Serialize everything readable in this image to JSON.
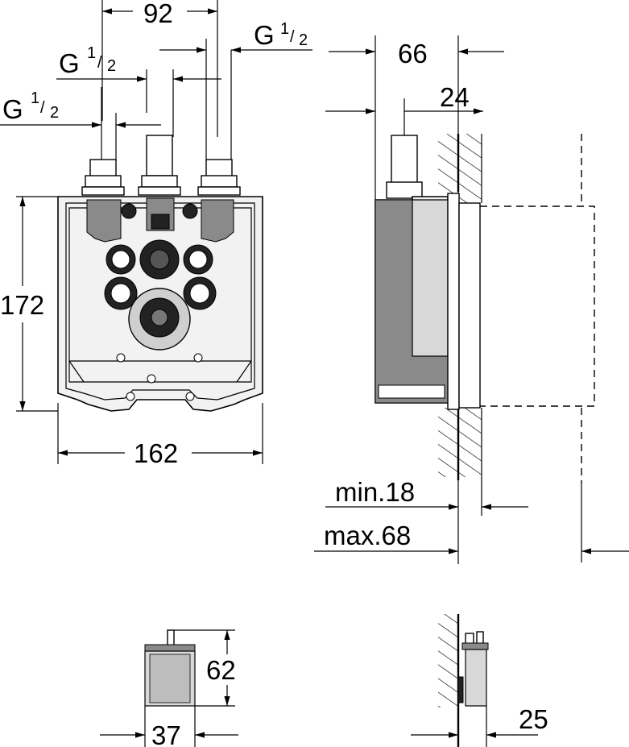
{
  "dimensions": {
    "d92": "92",
    "g_right": "G",
    "g_mid": "G",
    "g_left": "G",
    "frac_num": "1",
    "frac_den": "2",
    "d66": "66",
    "d24": "24",
    "d172": "172",
    "d162": "162",
    "min18": "min.18",
    "max68": "max.68",
    "d62": "62",
    "d37": "37",
    "d25": "25"
  }
}
